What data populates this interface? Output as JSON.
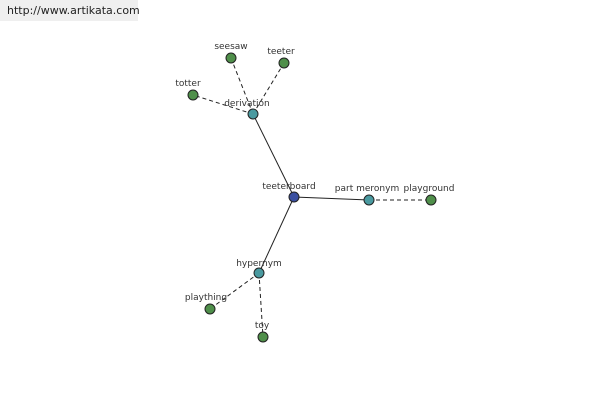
{
  "watermark": {
    "url": "http://www.artikata.com"
  },
  "graph": {
    "root": {
      "id": "teeterboard",
      "label": "teeterboard"
    },
    "relations": [
      {
        "id": "derivation",
        "label": "derivation",
        "leaves": [
          {
            "id": "seesaw",
            "label": "seesaw"
          },
          {
            "id": "teeter",
            "label": "teeter"
          },
          {
            "id": "totter",
            "label": "totter"
          }
        ]
      },
      {
        "id": "part-meronym",
        "label": "part meronym",
        "leaves": [
          {
            "id": "playground",
            "label": "playground"
          }
        ]
      },
      {
        "id": "hypernym",
        "label": "hypernym",
        "leaves": [
          {
            "id": "plaything",
            "label": "plaything"
          },
          {
            "id": "toy",
            "label": "toy"
          }
        ]
      }
    ]
  }
}
